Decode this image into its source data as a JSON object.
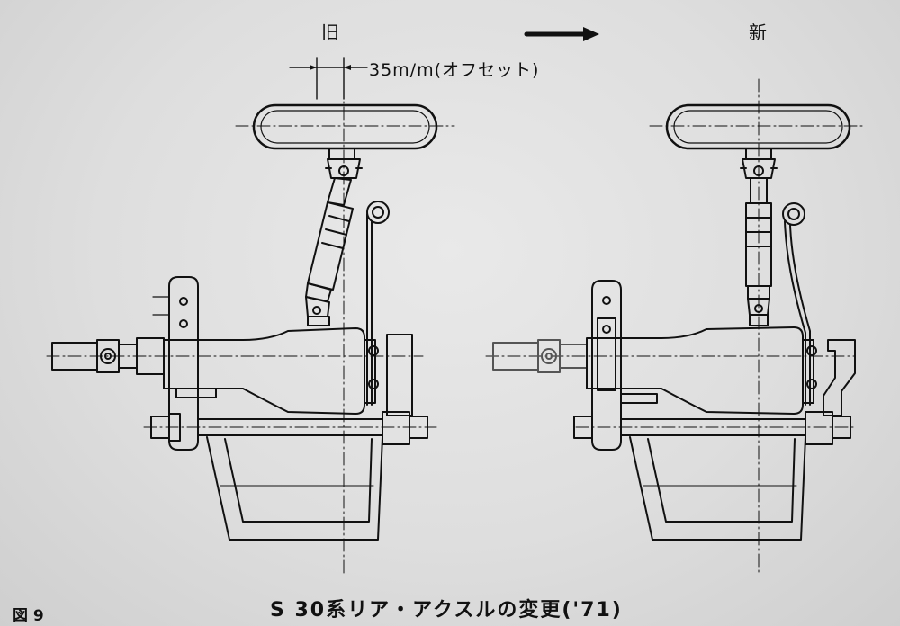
{
  "labels": {
    "old": "旧",
    "new": "新",
    "offset": "35m/m(オフセット)"
  },
  "figure": {
    "number": "図 9",
    "caption": "S 30系リア・アクスルの変更('71)"
  },
  "colors": {
    "ink": "#111111",
    "paper": "#e2e2e2"
  }
}
